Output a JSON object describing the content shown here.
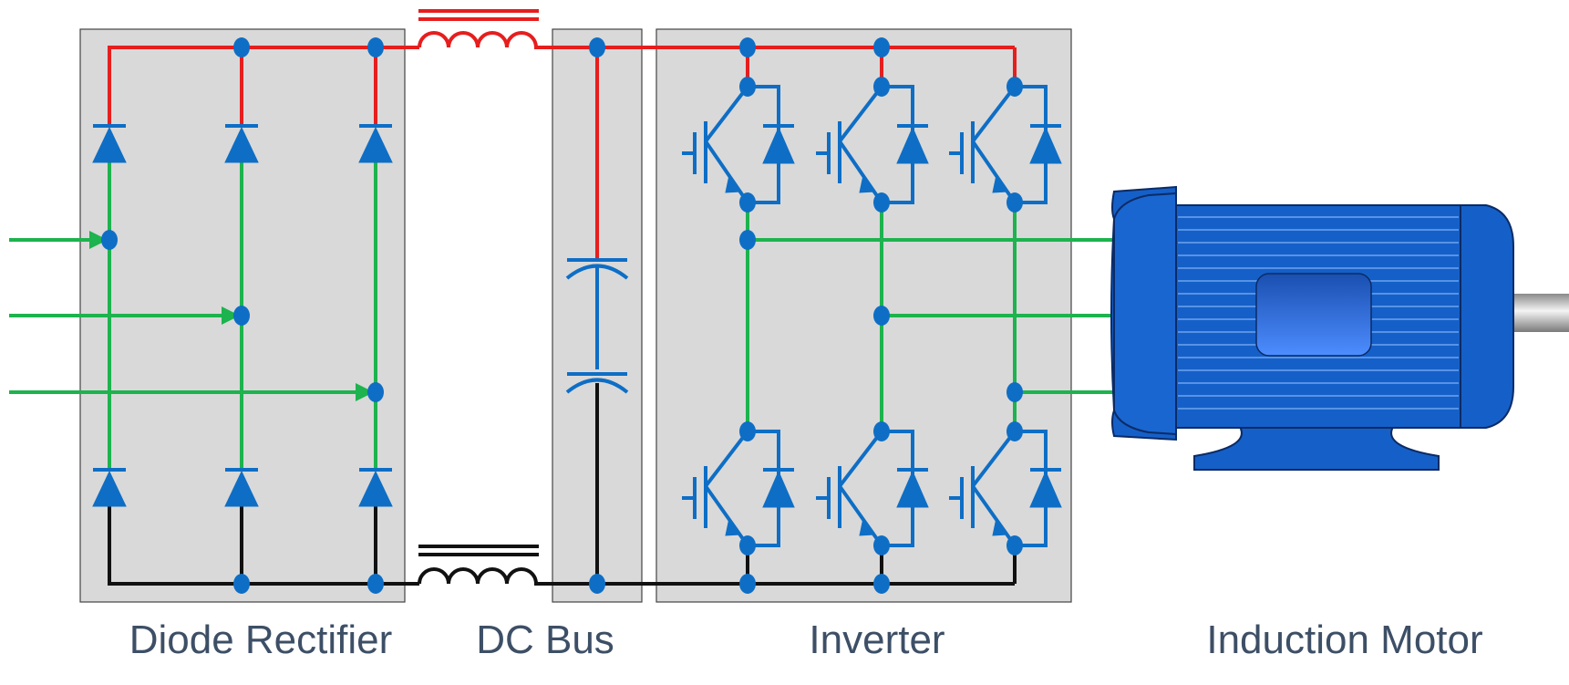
{
  "labels": {
    "rectifier": "Diode Rectifier",
    "dc_bus": "DC Bus",
    "inverter": "Inverter",
    "motor": "Induction Motor"
  },
  "colors": {
    "positive_rail": "#e61e1e",
    "negative_rail": "#111111",
    "ac_phase": "#1db34e",
    "component": "#0e6ec5",
    "block_fill": "#d9d9d9",
    "motor_body": "#1560c8",
    "label_text": "#3d4f66"
  },
  "icons": {
    "diode": "diode-icon",
    "igbt": "igbt-icon",
    "inductor": "inductor-icon",
    "capacitor": "capacitor-icon",
    "motor": "induction-motor-icon"
  }
}
